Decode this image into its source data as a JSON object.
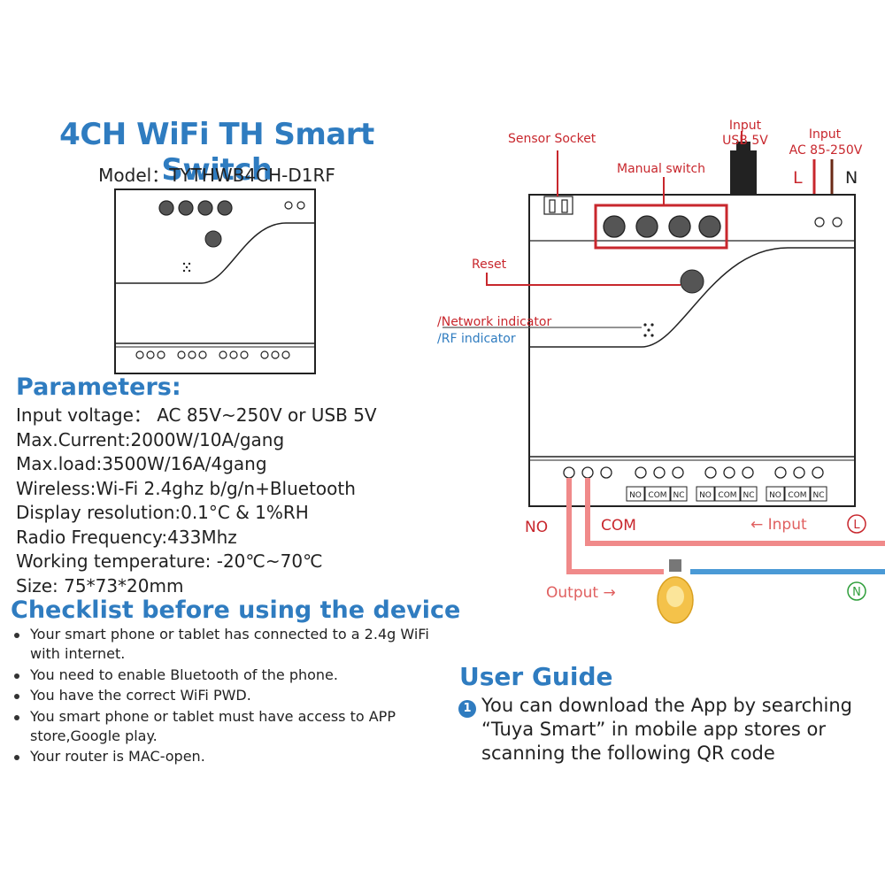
{
  "title": "4CH WiFi TH Smart Switch",
  "model": "Model：TYTHWB4CH-D1RF",
  "parameters": {
    "heading": "Parameters:",
    "items": [
      "Input voltage： AC 85V~250V or USB 5V",
      "Max.Current:2000W/10A/gang",
      "Max.load:3500W/16A/4gang",
      "Wireless:Wi-Fi 2.4ghz b/g/n+Bluetooth",
      "Display resolution:0.1°C & 1%RH",
      "Radio Frequency:433Mhz",
      "Working temperature: -20℃~70℃",
      "Size: 75*73*20mm"
    ]
  },
  "checklist": {
    "heading": "Checklist before using the device",
    "items": [
      "Your smart phone or tablet has connected to a 2.4g WiFi with internet.",
      "You need to enable Bluetooth of the phone.",
      "You have the correct WiFi PWD.",
      "You smart phone or tablet must have access to APP store,Google play.",
      "Your router is MAC-open."
    ]
  },
  "user_guide": {
    "heading": "User Guide",
    "step_number": "1",
    "step_text": "You can download the App by searching “Tuya Smart” in mobile app stores or scanning the following QR code"
  },
  "diagram": {
    "sensor_socket": "Sensor Socket",
    "manual_switch": "Manual switch",
    "input_usb_line1": "Input",
    "input_usb_line2": "USB 5V",
    "input_ac_line1": "Input",
    "input_ac_line2": "AC 85-250V",
    "live_letter": "L",
    "neutral_letter": "N",
    "reset": "Reset",
    "network_indicator": "/Network indicator",
    "rf_indicator": "/RF indicator",
    "terminal_labels": [
      "NO",
      "COM",
      "NC"
    ],
    "wire_no": "NO",
    "wire_com": "COM",
    "input_arrow": "←  Input",
    "output_arrow": "Output  →",
    "circle_l": "L",
    "circle_n": "N",
    "colors": {
      "red": "#c8272d",
      "blue": "#2f7cc0",
      "wire_red": "#f08a8a",
      "wire_blue": "#4a9ad6",
      "green": "#2e9e3a"
    }
  }
}
